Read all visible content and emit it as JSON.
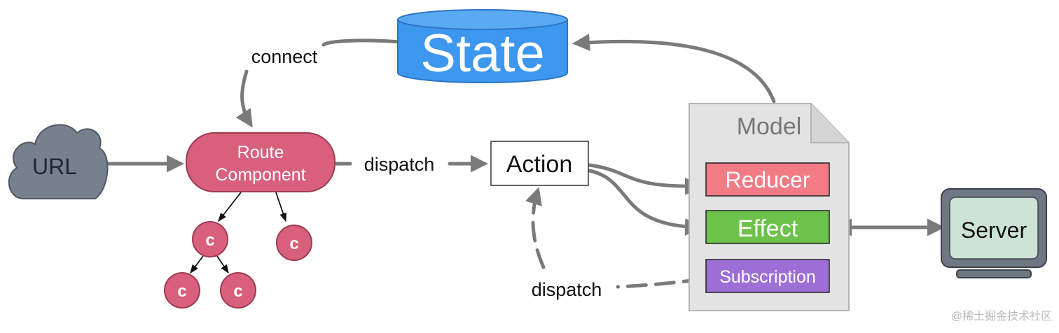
{
  "nodes": {
    "state": "State",
    "url": "URL",
    "route_line1": "Route",
    "route_line2": "Component",
    "action": "Action",
    "model": "Model",
    "reducer": "Reducer",
    "effect": "Effect",
    "subscription": "Subscription",
    "server": "Server",
    "child": "c"
  },
  "edges": {
    "connect": "connect",
    "dispatch_route": "dispatch",
    "dispatch_subscription": "dispatch"
  },
  "watermark": "@稀土掘金技术社区",
  "colors": {
    "state": "#3e97ee",
    "url_cloud": "#77808d",
    "route": "#d9607c",
    "reducer": "#f37b86",
    "effect": "#6cc24a",
    "subscription": "#9d6fd6",
    "server_screen": "#cde4d5",
    "model_doc": "#e3e3e3",
    "arrow": "#7a7a7a"
  }
}
